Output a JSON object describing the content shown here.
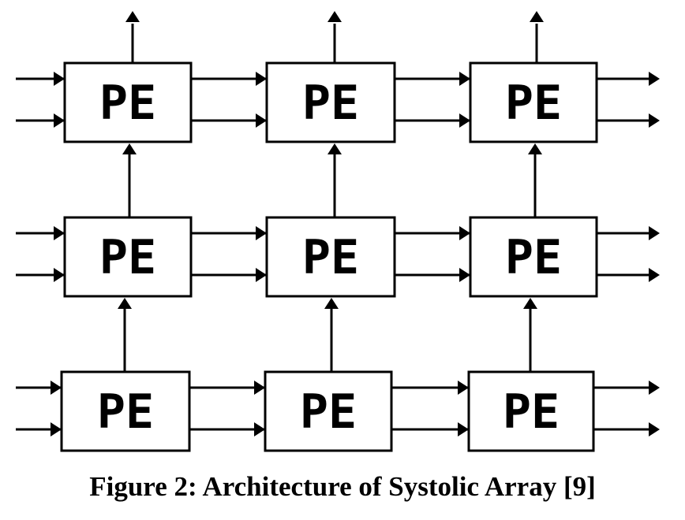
{
  "diagram": {
    "pe_label": "PE",
    "rows": 3,
    "columns": 3
  },
  "caption": "Figure 2: Architecture of Systolic Array [9]"
}
